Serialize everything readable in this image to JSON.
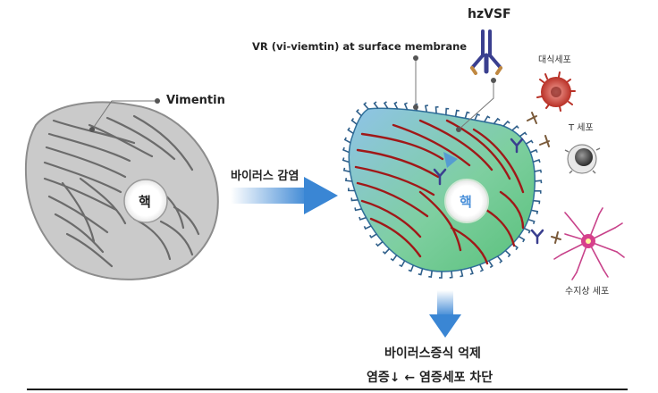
{
  "labels": {
    "vimentin": "Vimentin",
    "vr_membrane": "VR (vi-viemtin) at surface membrane",
    "antibody": "hzVSF",
    "infection": "바이러스 감염",
    "nucleus_left": "핵",
    "nucleus_right": "핵",
    "macrophage": "대식세포",
    "t_cell": "T 세포",
    "dendritic_cell": "수지상 세포",
    "result_line1": "바이러스증식 억제",
    "result_line2": "염증↓ ← 염증세포 차단"
  },
  "colors": {
    "normal_cell": "#c9c9c9",
    "vimentin_filament": "#6b6b6b",
    "infected_filament": "#a01818",
    "arrow_blue": "#4a90d9",
    "antibody": "#3a3f8f",
    "receptor_spike": "#2f5f8a",
    "macrophage": "#c0392b",
    "t_cell": "#555555",
    "dendritic_cell": "#d6408c"
  }
}
